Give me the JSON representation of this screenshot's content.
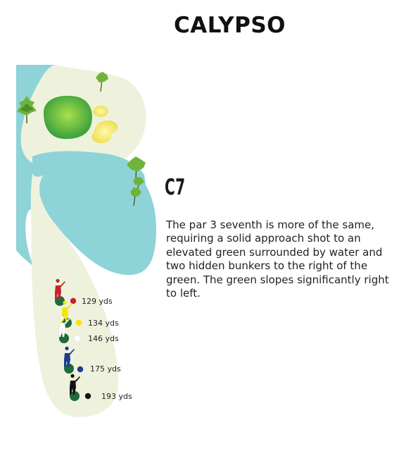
{
  "course": {
    "name": "CALYPSO"
  },
  "hole": {
    "code": "C7",
    "description": "The par 3 seventh is more of the same, requiring a solid approach shot to an elevated green surrounded by water and two hidden bunkers to the right of the green. The green slopes significantly right to left."
  },
  "tees": [
    {
      "label": "129 yds",
      "color": "#c8232b",
      "golfer_color": "#c8232b"
    },
    {
      "label": "134 yds",
      "color": "#f4e600",
      "golfer_color": "#f4e600"
    },
    {
      "label": "146 yds",
      "color": "#ffffff",
      "golfer_color": "#ffffff"
    },
    {
      "label": "175 yds",
      "color": "#1f3a93",
      "golfer_color": "#1f3a93"
    },
    {
      "label": "193 yds",
      "color": "#111111",
      "golfer_color": "#111111"
    }
  ],
  "colors": {
    "fairway": "#eef2dc",
    "water": "#8dd3d8",
    "green_light": "#7fd14b",
    "green_dark": "#2b9a3c",
    "bunker": "#f6ea6a",
    "tee_box": "#1f6b3b",
    "tree": "#6fb33c"
  }
}
